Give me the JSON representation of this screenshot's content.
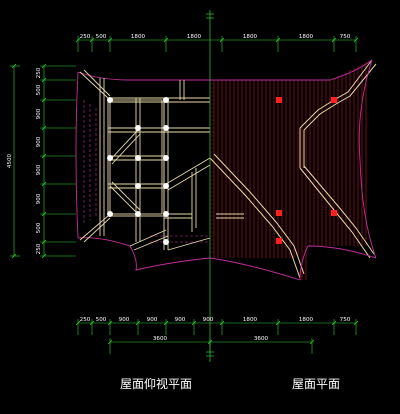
{
  "colors": {
    "background": "#000000",
    "dimension": "#2fd12f",
    "frame": "#e8d9a8",
    "rafter": "#c8162c",
    "eave": "#c02f9a",
    "node": "#ff2020",
    "column": "#ffffff"
  },
  "dims": {
    "top": [
      "250",
      "500",
      "1800",
      "1800",
      "1800",
      "1800",
      "750"
    ],
    "bottom_row1": [
      "250",
      "500",
      "900",
      "900",
      "900",
      "900",
      "1800",
      "1800",
      "750"
    ],
    "bottom_row2": [
      "3600",
      "3600"
    ],
    "left_outer": "4500",
    "left_inner": [
      "250",
      "500",
      "900",
      "900",
      "900",
      "900",
      "500",
      "250"
    ]
  },
  "captions": {
    "left": "屋面仰视平面",
    "right": "屋面平面"
  }
}
